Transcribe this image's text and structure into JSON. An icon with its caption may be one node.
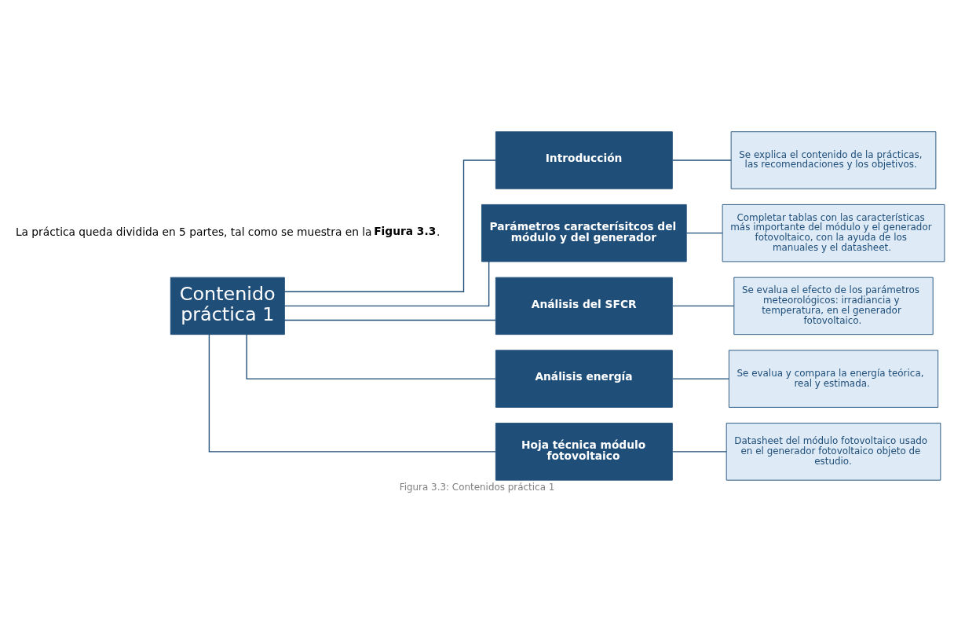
{
  "diagram": {
    "caption": "Figura 3.3: Contenidos práctica 1",
    "nodes": [
      {
        "text": [
          "Contenido práctica 1"
        ]
      },
      {
        "text": [
          "Introducción"
        ]
      },
      {
        "text": [
          "Parámetros caracterísitcos del módulo y del generador"
        ]
      },
      {
        "text": [
          "Análisis del SFCR"
        ]
      },
      {
        "text": [
          "Análisis energía"
        ]
      },
      {
        "text": [
          "Hoja técnica módulo fotovoltaico"
        ]
      },
      {
        "text": [
          "Se explica el contenido de la prácticas, las recomendaciones y los objetivos."
        ]
      },
      {
        "text": [
          "Completar tablas con las características más importante del módulo y el generador fotovoltaico, con la ayuda de los manuales y el datasheet."
        ]
      },
      {
        "text": [
          "Se evalua el efecto de los parámetros meteorológicos: irradiancia y temperatura, en el generador fotovoltaico."
        ]
      },
      {
        "text": [
          "Se evalua y compara la energía teórica, real y estimada."
        ]
      },
      {
        "text": [
          "Datasheet del módulo fotovoltaico usado en el generador fotovoltaico objeto de estudio."
        ]
      }
    ],
    "edges": [
      {
        "from": 0,
        "to": 1,
        "arrow": "none"
      },
      {
        "from": 0,
        "to": 2,
        "arrow": "none"
      },
      {
        "from": 0,
        "to": 3,
        "arrow": "none"
      },
      {
        "from": 0,
        "to": 4,
        "arrow": "none"
      },
      {
        "from": 0,
        "to": 5,
        "arrow": "none"
      },
      {
        "from": 1,
        "to": 6,
        "arrow": "none"
      },
      {
        "from": 2,
        "to": 7,
        "arrow": "none"
      },
      {
        "from": 3,
        "to": 8,
        "arrow": "none"
      },
      {
        "from": 4,
        "to": 9,
        "arrow": "none"
      },
      {
        "from": 5,
        "to": 10,
        "arrow": "none"
      }
    ],
    "labels": [
      "La práctica queda dividida en 5 partes, tal como se muestra en la **Figura 3.3**."
    ]
  }
}
